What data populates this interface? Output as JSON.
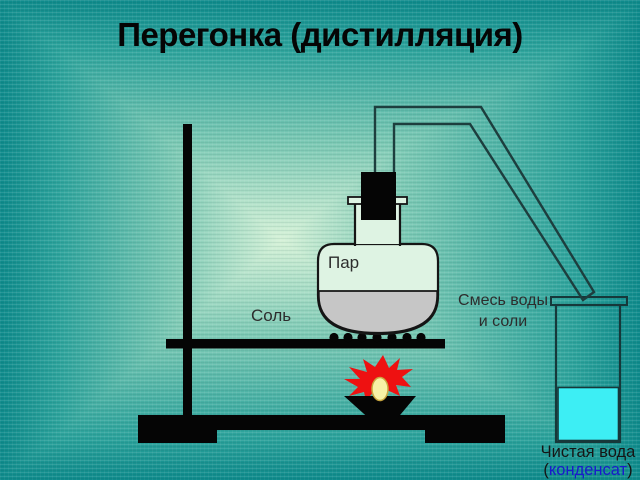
{
  "slide": {
    "title": "Перегонка (дистилляция)"
  },
  "labels": {
    "steam": "Пар",
    "salt": "Соль",
    "mixture": "Смесь воды\nи соли",
    "pure_water": "Чистая вода",
    "condensate_open": "(",
    "condensate_link": "конденсат",
    "condensate_close": ")"
  },
  "colors": {
    "background_edge": "#0e8a8b",
    "background_center": "#d5f1d7",
    "apparatus_black": "#050505",
    "glass_outline": "#16383a",
    "flask_vapor_fill": "#def3e3",
    "salt_water_mixture_gray": "#c6c6c6",
    "flame_red": "#ee1111",
    "flame_core_yellow": "#f8f1a6",
    "condensate_cyan": "#3deef4",
    "link_blue": "#1a1acc",
    "text_dark": "#2d2d2d"
  }
}
